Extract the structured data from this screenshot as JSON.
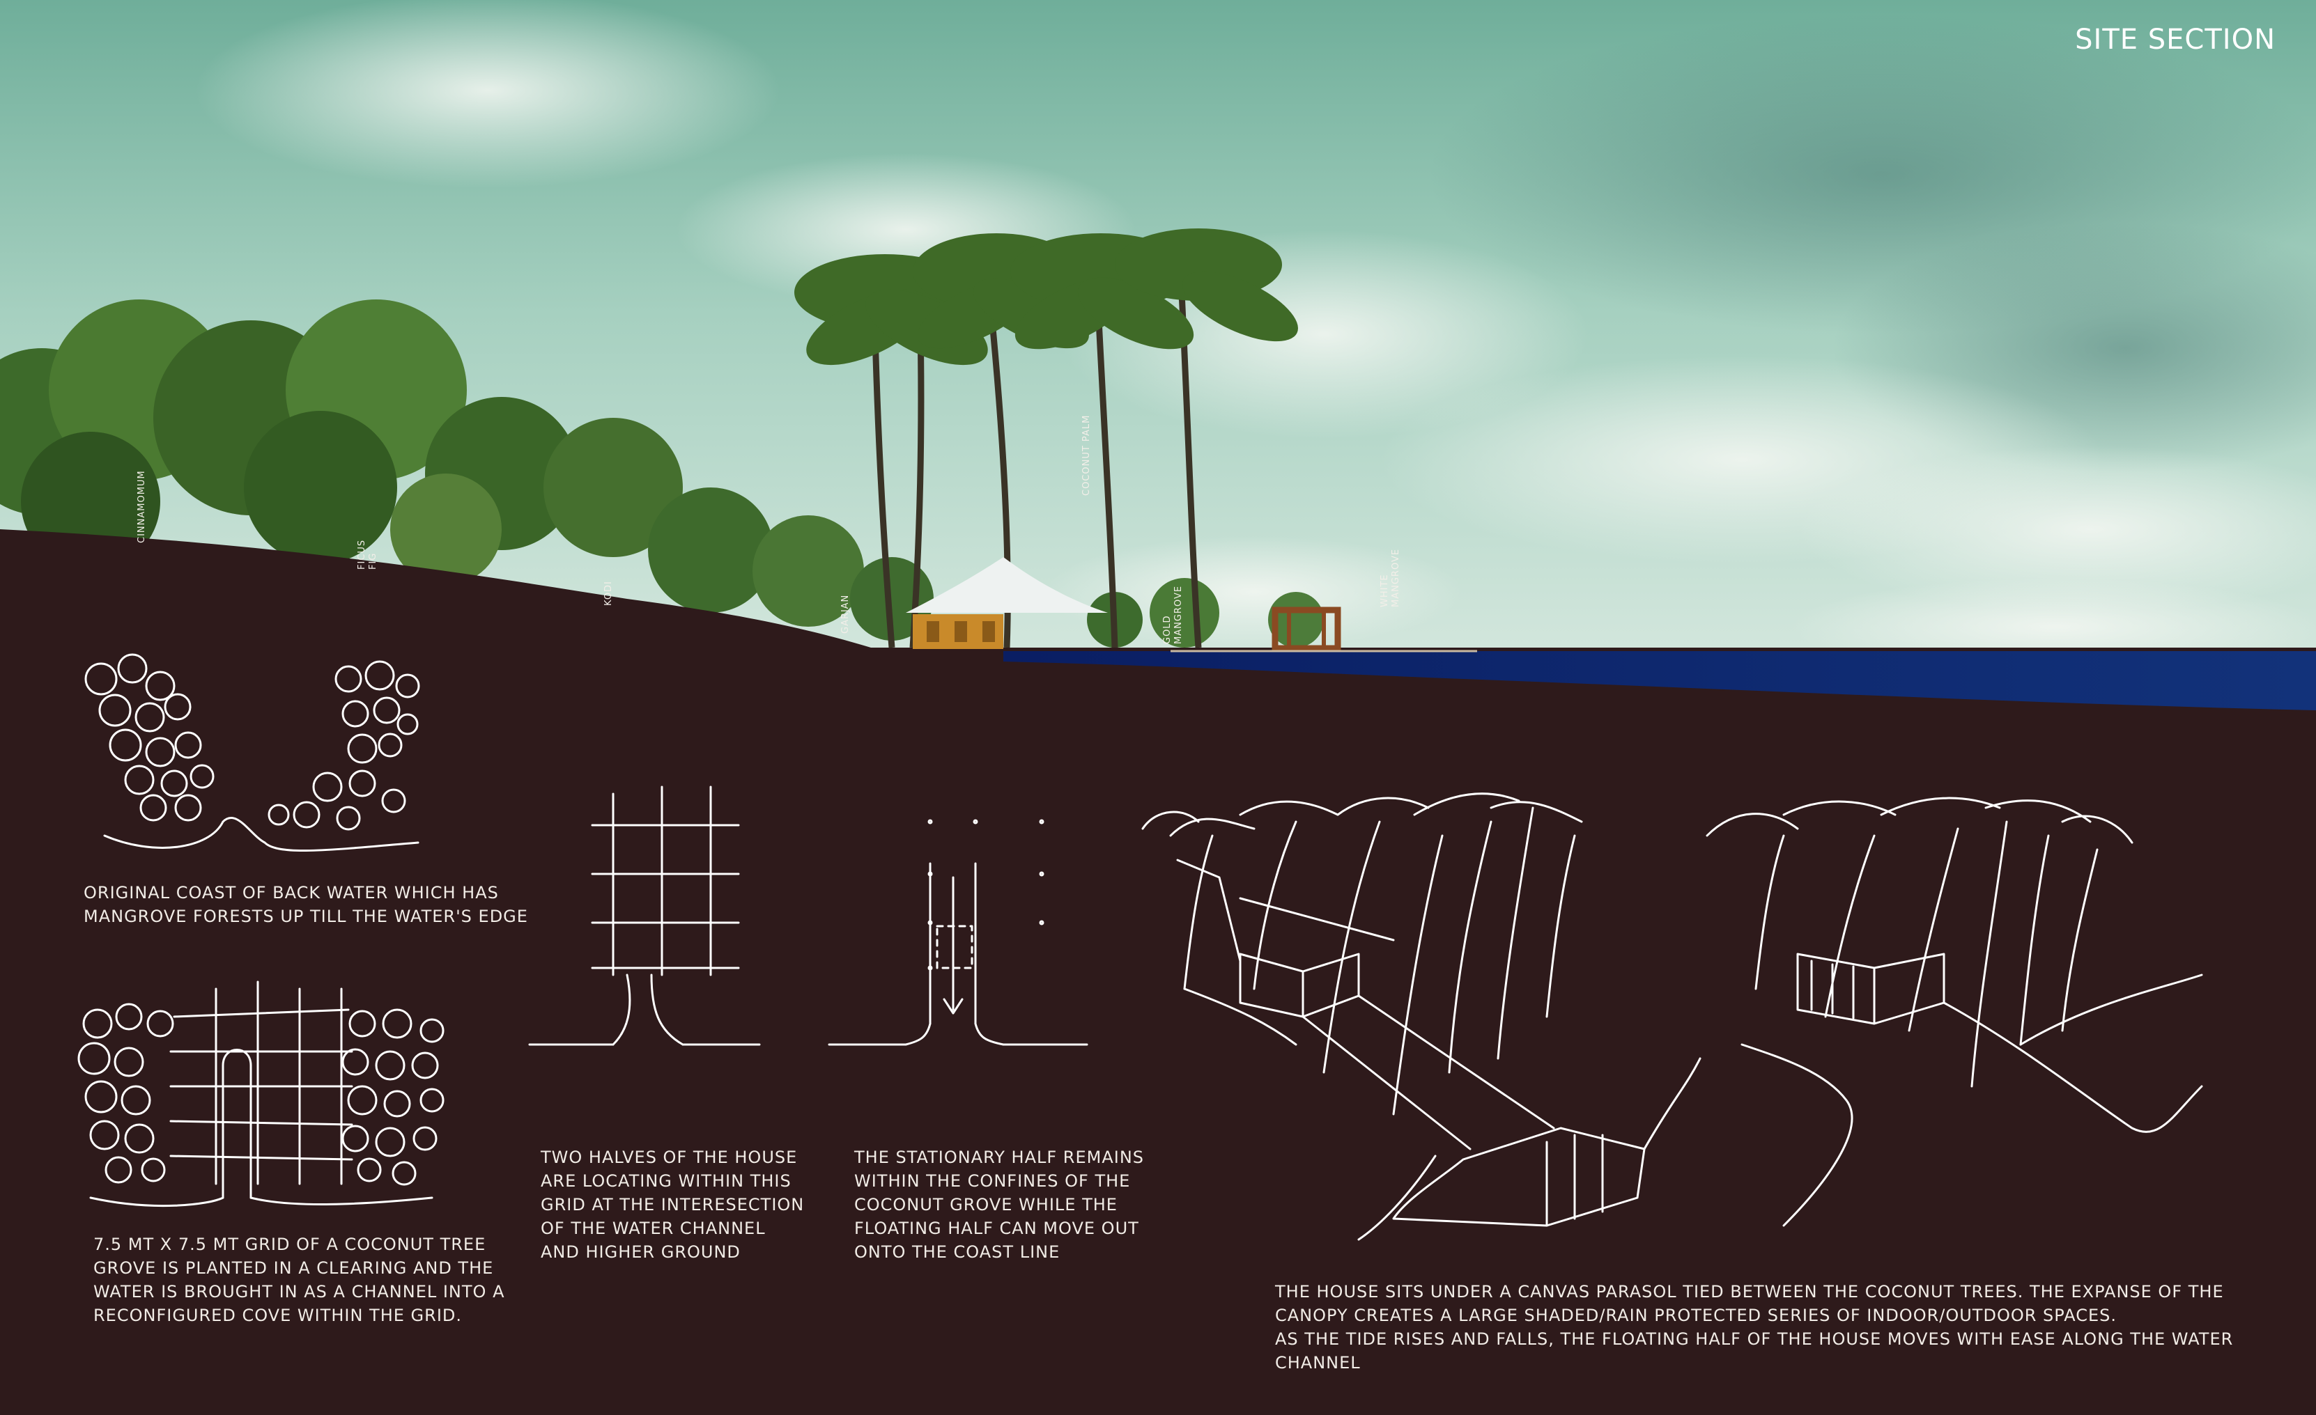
{
  "title": "SITE SECTION",
  "plant_labels": {
    "cinnamomum": "CINNAMOMUM",
    "ficus": "FICUS\nFIG",
    "kodi": "KODI",
    "garjan": "GARJAN",
    "coconut_palm": "COCONUT PALM",
    "gold_mangrove": "GOLD\nMANGROVE",
    "white_mangrove": "WHITE\nMANGROVE"
  },
  "captions": {
    "original_coast": "ORIGINAL COAST OF BACK WATER WHICH HAS\nMANGROVE FORESTS UP TILL THE WATER'S EDGE",
    "grid": "7.5 MT X 7.5 MT GRID OF A COCONUT TREE\nGROVE IS PLANTED IN A CLEARING AND THE\nWATER IS BROUGHT IN AS A CHANNEL INTO A\nRECONFIGURED COVE  WITHIN THE GRID.",
    "two_halves": "TWO HALVES OF THE HOUSE\nARE LOCATING WITHIN THIS\nGRID AT THE INTERESECTION\nOF THE WATER CHANNEL\nAND HIGHER GROUND",
    "stationary_half": "THE STATIONARY HALF REMAINS\nWITHIN THE CONFINES OF THE\nCOCONUT GROVE WHILE THE\nFLOATING HALF CAN MOVE OUT\nONTO THE COAST LINE",
    "canvas_parasol": "THE HOUSE SITS UNDER A CANVAS PARASOL TIED BETWEEN THE COCONUT TREES. THE EXPANSE OF THE\nCANOPY CREATES A LARGE SHADED/RAIN PROTECTED SERIES OF INDOOR/OUTDOOR SPACES.\nAS THE TIDE RISES AND FALLS, THE FLOATING HALF OF THE HOUSE MOVES WITH EASE ALONG THE WATER\nCHANNEL"
  },
  "colors": {
    "sky_top": "#7fb9a4",
    "sky_bottom": "#d3e6dd",
    "ground": "#2e1a1b",
    "water": "#0c2470",
    "foliage": "#3f6b2a",
    "sketch_line": "#ffffff"
  }
}
